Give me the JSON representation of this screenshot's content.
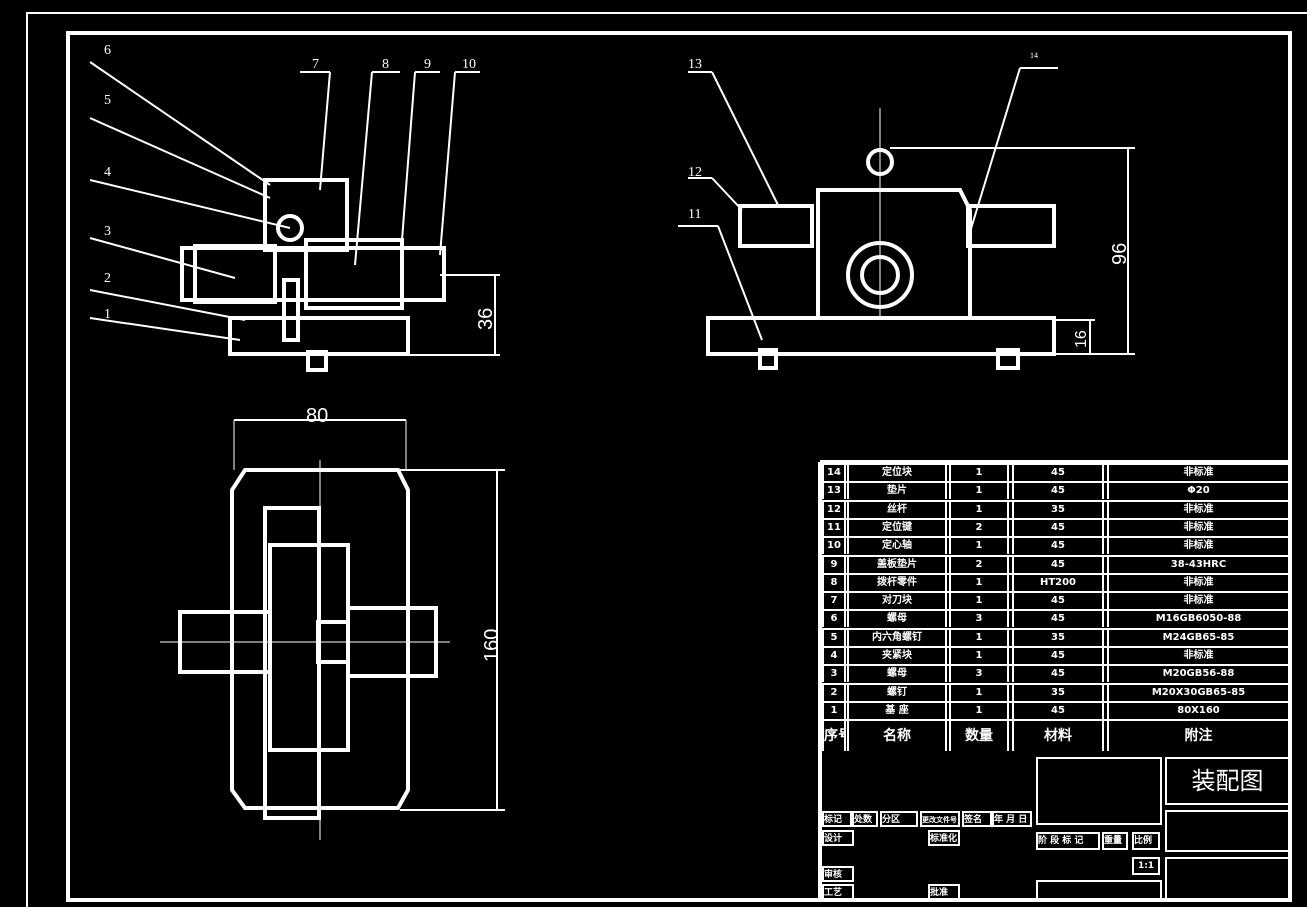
{
  "drawing": {
    "balloons": [
      "1",
      "2",
      "3",
      "4",
      "5",
      "6",
      "7",
      "8",
      "9",
      "10",
      "11",
      "12",
      "13",
      "14"
    ],
    "dimensions": {
      "height_front": "36",
      "width_top": "80",
      "length_top": "160",
      "height_side": "96",
      "base_side": "16"
    }
  },
  "bom": {
    "rows": [
      {
        "no": "14",
        "name": "定位块",
        "qty": "1",
        "material": "45",
        "note": "非标准"
      },
      {
        "no": "13",
        "name": "垫片",
        "qty": "1",
        "material": "45",
        "note": "Φ20"
      },
      {
        "no": "12",
        "name": "丝杆",
        "qty": "1",
        "material": "35",
        "note": "非标准"
      },
      {
        "no": "11",
        "name": "定位键",
        "qty": "2",
        "material": "45",
        "note": "非标准"
      },
      {
        "no": "10",
        "name": "定心轴",
        "qty": "1",
        "material": "45",
        "note": "非标准"
      },
      {
        "no": "9",
        "name": "盖板垫片",
        "qty": "2",
        "material": "45",
        "note": "38-43HRC"
      },
      {
        "no": "8",
        "name": "拨杆零件",
        "qty": "1",
        "material": "HT200",
        "note": "非标准"
      },
      {
        "no": "7",
        "name": "对刀块",
        "qty": "1",
        "material": "45",
        "note": "非标准"
      },
      {
        "no": "6",
        "name": "螺母",
        "qty": "3",
        "material": "45",
        "note": "M16GB6050-88"
      },
      {
        "no": "5",
        "name": "内六角螺钉",
        "qty": "1",
        "material": "35",
        "note": "M24GB65-85"
      },
      {
        "no": "4",
        "name": "夹紧块",
        "qty": "1",
        "material": "45",
        "note": "非标准"
      },
      {
        "no": "3",
        "name": "螺母",
        "qty": "3",
        "material": "45",
        "note": "M20GB56-88"
      },
      {
        "no": "2",
        "name": "螺钉",
        "qty": "1",
        "material": "35",
        "note": "M20X30GB65-85"
      },
      {
        "no": "1",
        "name": "基 座",
        "qty": "1",
        "material": "45",
        "note": "80X160"
      }
    ],
    "header": {
      "no": "序号",
      "name": "名称",
      "qty": "数量",
      "material": "材料",
      "note": "附注"
    }
  },
  "title_block": {
    "title": "装配图",
    "labels": {
      "mark": "标记",
      "count": "处数",
      "zone": "分区",
      "doc": "更改文件号",
      "sign": "签名",
      "date": "年 月 日",
      "design": "设计",
      "std": "标准化",
      "review": "审核",
      "process": "工艺",
      "approve": "批准",
      "stage": "阶 段 标 记",
      "weight": "重量",
      "scale_label": "比例"
    },
    "scale": "1:1"
  }
}
